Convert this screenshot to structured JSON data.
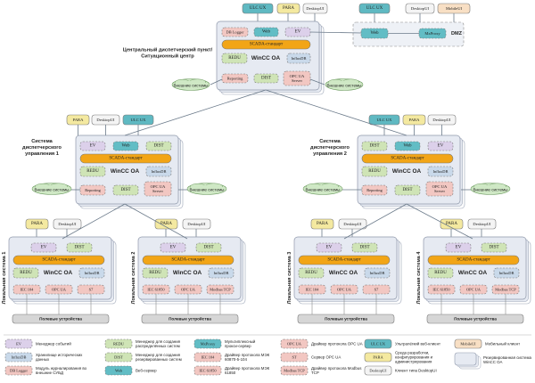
{
  "colors": {
    "ulcux": "#5fb9c2",
    "para": "#f4e9a0",
    "desktop": "#f4f4f4",
    "mobile": "#f8dfc4",
    "ev": "#dcd0ea",
    "web": "#62bdc5",
    "dist": "#cfe4b6",
    "redu": "#cfe4b6",
    "influx": "#c9d9ea",
    "scada": "#f2a516",
    "reporting": "#f2c7c2",
    "opcua": "#f2c7c2",
    "dblogger": "#f2c7c2",
    "iec": "#f2c7c2",
    "field": "#d6d6d6",
    "system": "#e6eaf2",
    "mxproxy": "#62bdc5",
    "cloud": "#cfe8c5"
  },
  "labels": {
    "ulcux": "ULC UX",
    "para": "PARA",
    "desktop": "DesktopUI",
    "mobile": "MobileUI",
    "ev": "EV",
    "web": "Web",
    "dist": "DIST",
    "redu": "REDU",
    "influx": "InfluxDB",
    "scada": "SCADA-стандарт",
    "winccoa": "WinCC OA",
    "reporting": "Reporting",
    "opcua": "OPC UA",
    "opcua_server": "OPC UA Server",
    "dblogger": "DB Logger",
    "mxproxy": "MxProxy",
    "dmz": "DMZ",
    "external": "Внешние системы",
    "iec104": "IEC 104",
    "iec61850": "IEC 61850",
    "s7": "S7",
    "modbus": "Modbus TCP",
    "field": "Полевые устройства"
  },
  "titles": {
    "center": "Центральный диспетчерский пункт/ Ситуационный центр",
    "control1": "Система диспетчерского управления 1",
    "control2": "Система диспетчерского управления 2",
    "local1": "Локальная система 1",
    "local2": "Локальная система 2",
    "local3": "Локальная система 3",
    "local4": "Локальная система 4"
  },
  "legend": [
    {
      "key": "EV",
      "color": "#dcd0ea",
      "dashed": true,
      "text": "Менеджер событий"
    },
    {
      "key": "InfluxDB",
      "color": "#c9d9ea",
      "dashed": true,
      "text": "Хранилище исторических данных"
    },
    {
      "key": "DB Logger",
      "color": "#f2c7c2",
      "dashed": true,
      "text": "Модуль журналирования во внешние СУБД"
    },
    {
      "key": "REDU",
      "color": "#cfe4b6",
      "dashed": true,
      "text": "Менеджер для создания распределённых систем"
    },
    {
      "key": "DIST",
      "color": "#cfe4b6",
      "dashed": true,
      "text": "Менеджер для создания резервированных систем"
    },
    {
      "key": "Web",
      "color": "#62bdc5",
      "dashed": true,
      "text": "Веб-сервер"
    },
    {
      "key": "MxProxy",
      "color": "#62bdc5",
      "dashed": true,
      "text": "Мультиплексный прокси-сервер"
    },
    {
      "key": "IEC 104",
      "color": "#f2c7c2",
      "dashed": true,
      "text": "Драйвер протокола МЭК 60870-5-104"
    },
    {
      "key": "IEC 61850",
      "color": "#f2c7c2",
      "dashed": true,
      "text": "Драйвер протокола МЭК 61850"
    },
    {
      "key": "OPC UA",
      "color": "#f2c7c2",
      "dashed": true,
      "text": "Драйвер протокола OPC UA"
    },
    {
      "key": "ST",
      "color": "#f2c7c2",
      "dashed": true,
      "text": "Сервер OPC UA"
    },
    {
      "key": "Modbus TCP",
      "color": "#f2c7c2",
      "dashed": true,
      "text": "Драйвер протокола Modbus TCP"
    },
    {
      "key": "ULC UX",
      "color": "#5fb9c2",
      "dashed": false,
      "text": "Ультралёгкий веб-клиент"
    },
    {
      "key": "PARA",
      "color": "#f4e9a0",
      "dashed": false,
      "text": "Среда разработки, конфигурирования и администрирования"
    },
    {
      "key": "DesktopUI",
      "color": "#f4f4f4",
      "dashed": false,
      "text": "Клиент типа DesktopUI"
    },
    {
      "key": "MobileUI",
      "color": "#f8dfc4",
      "dashed": false,
      "text": "Мобильный клиент"
    },
    {
      "key": "",
      "color": "#e6eaf2",
      "dashed": false,
      "text": "Резервированная система WinCC OA"
    }
  ]
}
